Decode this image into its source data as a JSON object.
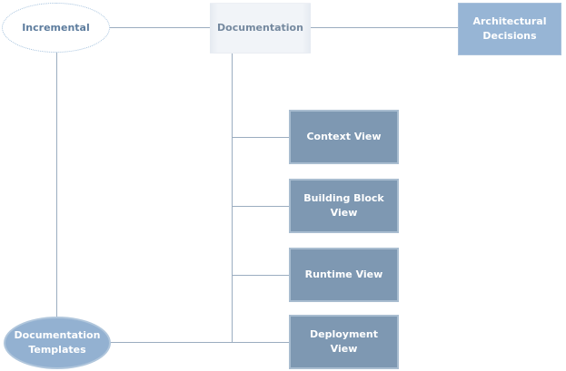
{
  "diagram": {
    "nodes": {
      "incremental": {
        "label": "Incremental",
        "shape": "ellipse",
        "fill": "#ffffff",
        "border_style": "dotted",
        "border_color": "#a4c2de",
        "text_color": "#5e7d9e"
      },
      "documentation": {
        "label": "Documentation",
        "shape": "rectangle",
        "fill": "#f1f4f8",
        "text_color": "#75899f"
      },
      "architectural_decisions": {
        "label": "Architectural Decisions",
        "shape": "rectangle",
        "fill": "#97b5d5",
        "text_color": "#ffffff"
      },
      "context_view": {
        "label": "Context View",
        "shape": "rectangle",
        "fill": "#7e98b2",
        "text_color": "#ffffff"
      },
      "building_block_view": {
        "label": "Building Block View",
        "shape": "rectangle",
        "fill": "#7e98b2",
        "text_color": "#ffffff"
      },
      "runtime_view": {
        "label": "Runtime View",
        "shape": "rectangle",
        "fill": "#7e98b2",
        "text_color": "#ffffff"
      },
      "deployment_view": {
        "label": "Deployment View",
        "shape": "rectangle",
        "fill": "#7e98b2",
        "text_color": "#ffffff"
      },
      "documentation_templates": {
        "label": "Documentation Templates",
        "shape": "ellipse",
        "fill": "#93b1d1",
        "text_color": "#ffffff"
      }
    },
    "edges": [
      {
        "from": "incremental",
        "to": "documentation"
      },
      {
        "from": "documentation",
        "to": "architectural_decisions"
      },
      {
        "from": "incremental",
        "to": "documentation_templates"
      },
      {
        "from": "documentation",
        "to": "context_view"
      },
      {
        "from": "documentation",
        "to": "building_block_view"
      },
      {
        "from": "documentation",
        "to": "runtime_view"
      },
      {
        "from": "documentation",
        "to": "deployment_view"
      },
      {
        "from": "documentation_templates",
        "to": "deployment_view"
      }
    ],
    "connector_color": "#9badc0",
    "background_color": "#ffffff"
  }
}
